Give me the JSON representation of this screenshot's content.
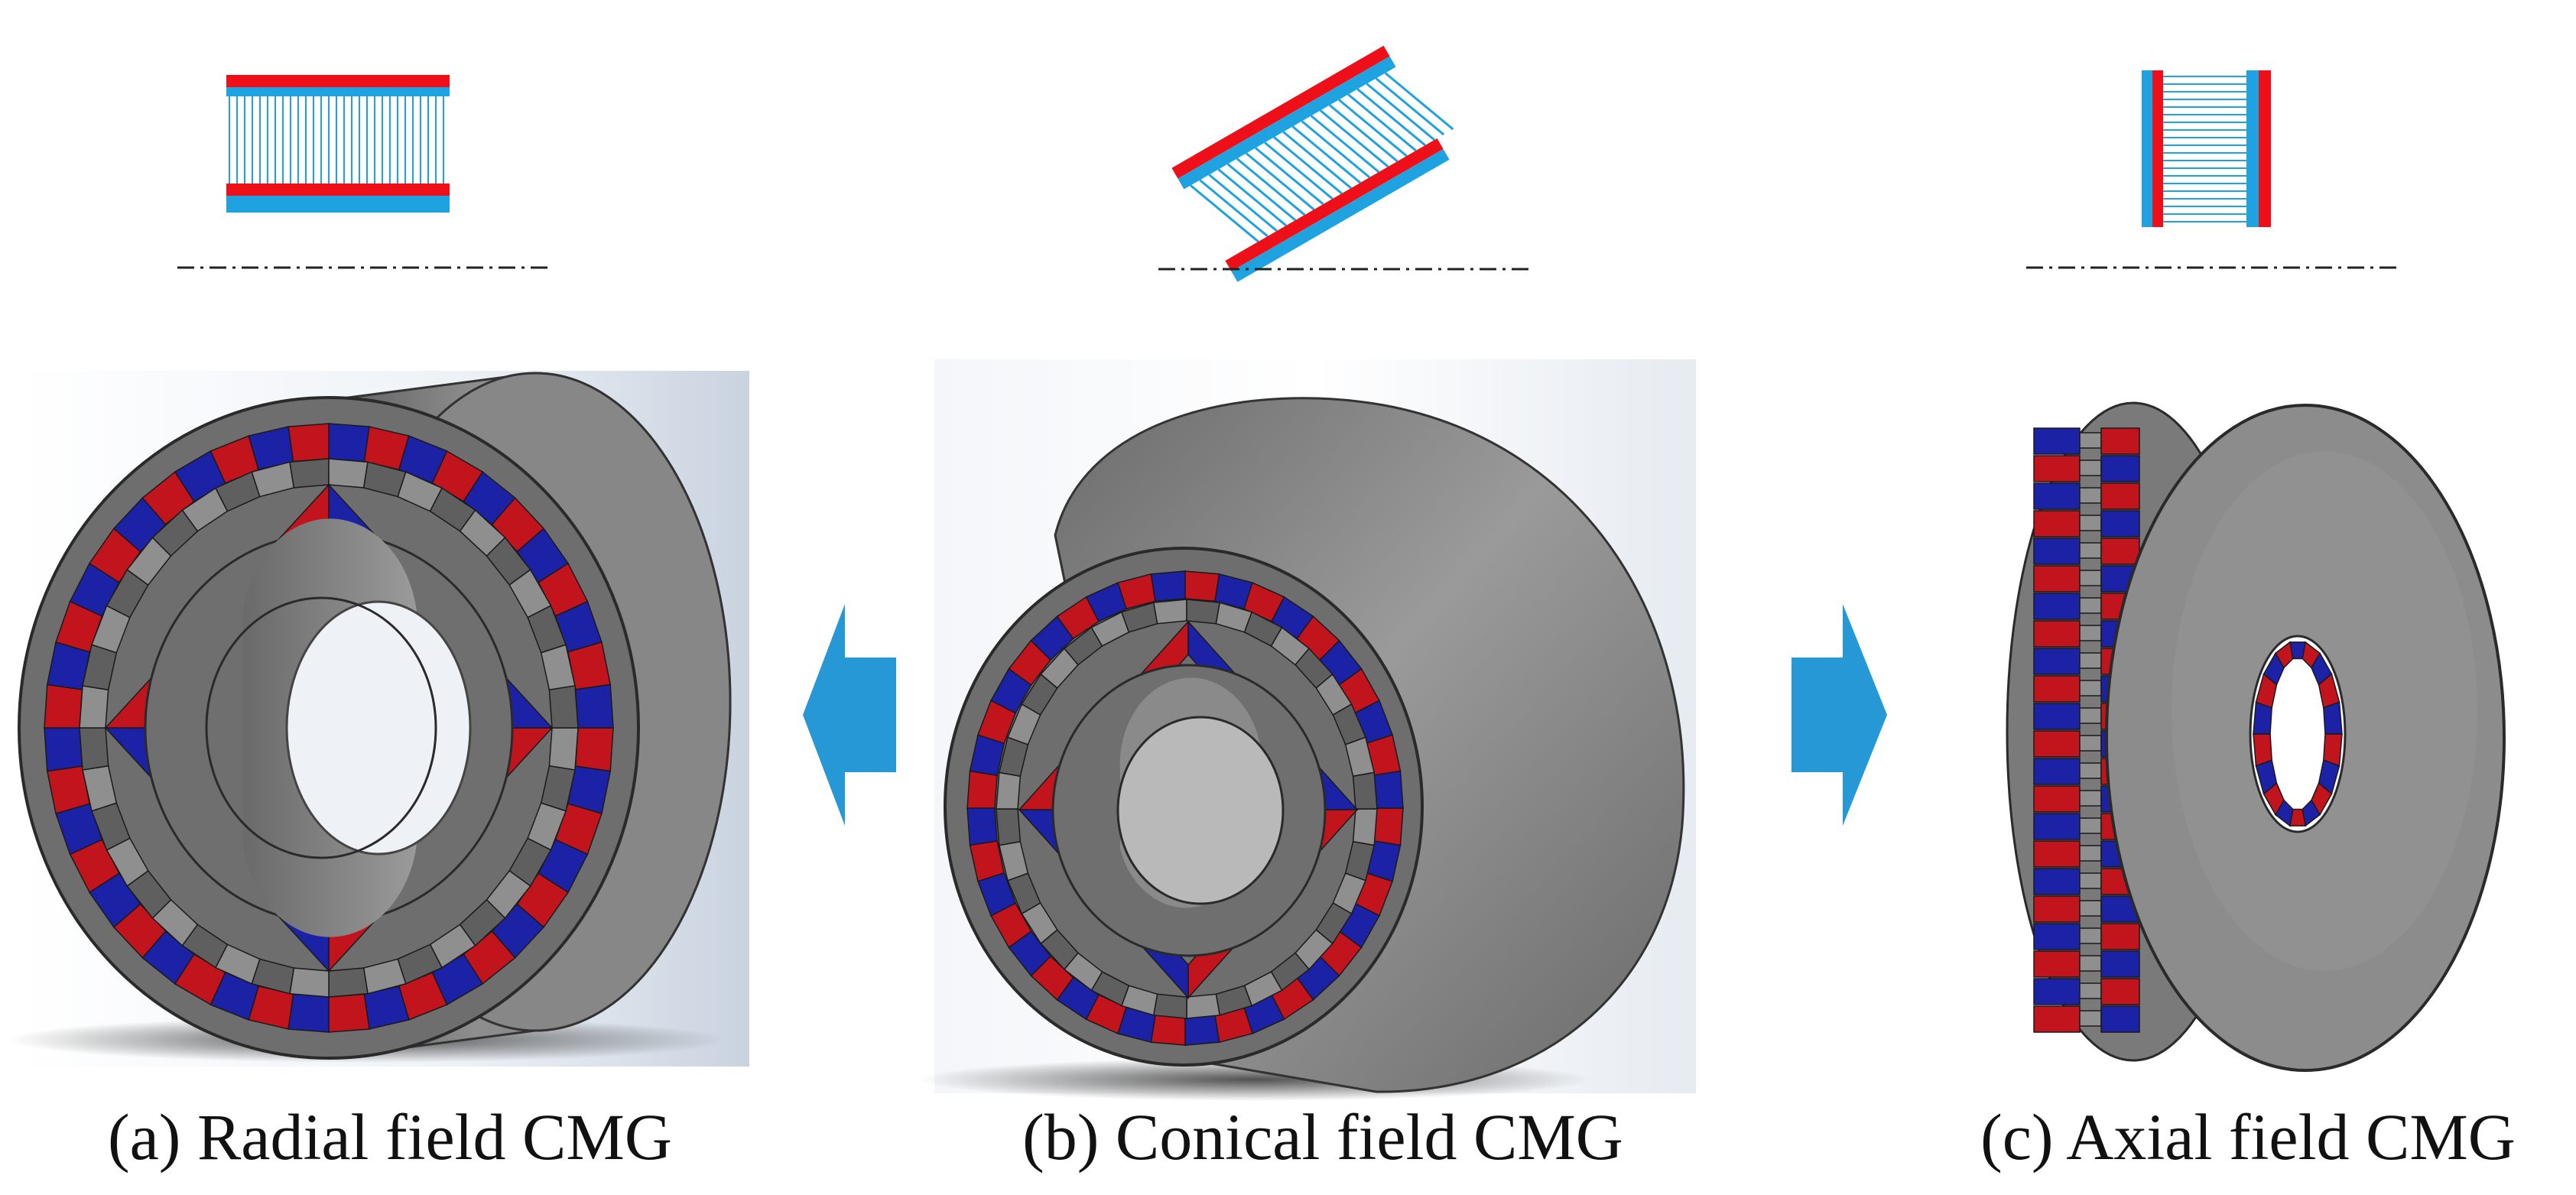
{
  "figure": {
    "panels": [
      {
        "id": "a",
        "caption": "(a) Radial field CMG",
        "topology": "radial"
      },
      {
        "id": "b",
        "caption": "(b) Conical field CMG",
        "topology": "conical"
      },
      {
        "id": "c",
        "caption": "(c) Axial field CMG",
        "topology": "axial"
      }
    ],
    "arrows": [
      {
        "from": "b",
        "to": "a",
        "direction": "left"
      },
      {
        "from": "b",
        "to": "c",
        "direction": "right"
      }
    ]
  },
  "colors": {
    "magnet_red": "#ee0f18",
    "magnet_blue": "#1fa3e0",
    "model_red": "#c2141d",
    "model_blue": "#1c22a6",
    "pole_gray": "#8f8f8f",
    "housing_gray": "#7a7a7a",
    "arrow": "#2698d6"
  }
}
